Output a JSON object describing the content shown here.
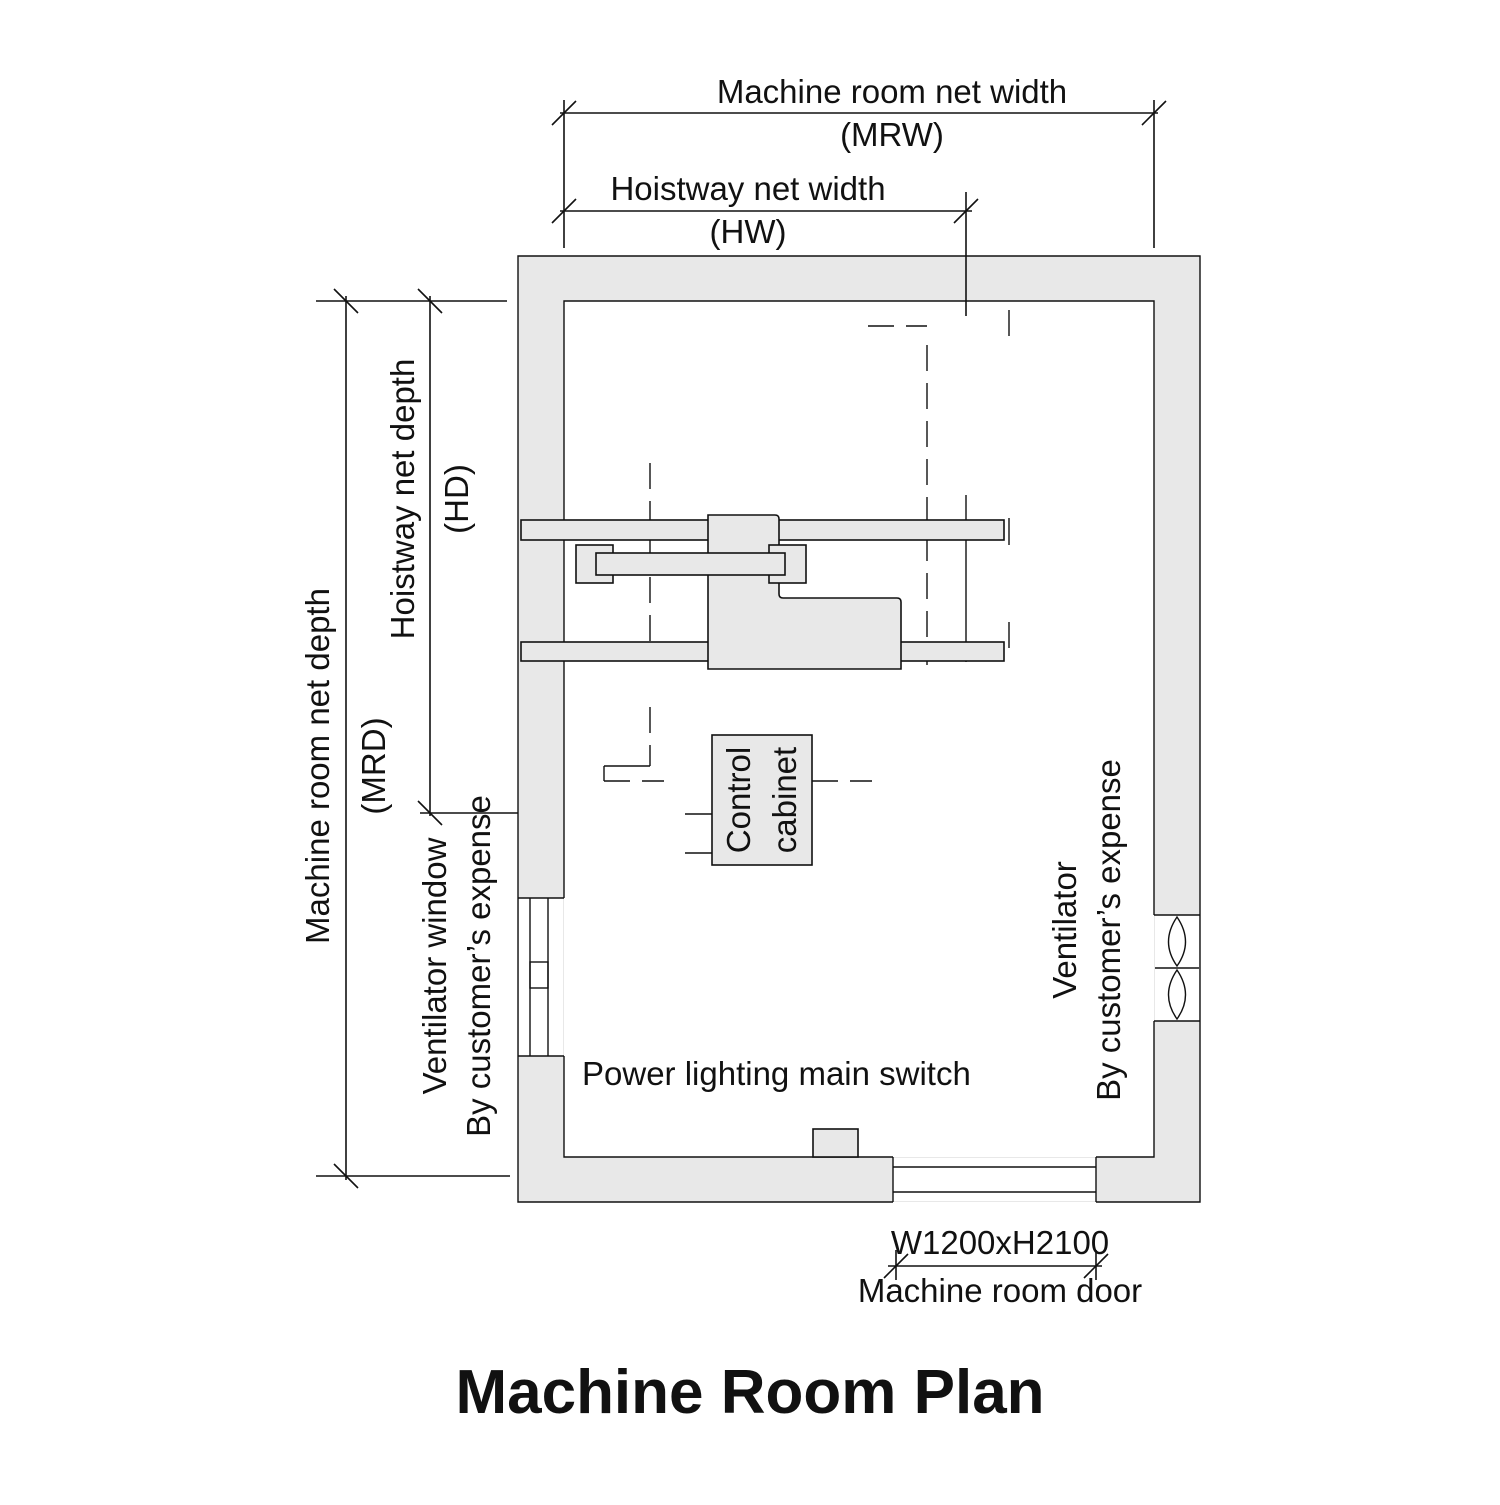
{
  "title": "Machine Room Plan",
  "dimensions": {
    "mrw_label": "Machine room net width",
    "mrw_abbr": "(MRW)",
    "hw_label": "Hoistway net width",
    "hw_abbr": "(HW)",
    "hd_label": "Hoistway net depth",
    "hd_abbr": "(HD)",
    "mrd_label": "Machine room net depth",
    "mrd_abbr": "(MRD)"
  },
  "labels": {
    "control_cabinet_line1": "Control",
    "control_cabinet_line2": "cabinet",
    "ventilator_window_line1": "Ventilator window",
    "ventilator_window_line2": "By customer’s expense",
    "ventilator_line1": "Ventilator",
    "ventilator_line2": "By customer’s expense",
    "power_switch": "Power lighting main switch",
    "door_size": "W1200xH2100",
    "door_label": "Machine room door"
  }
}
